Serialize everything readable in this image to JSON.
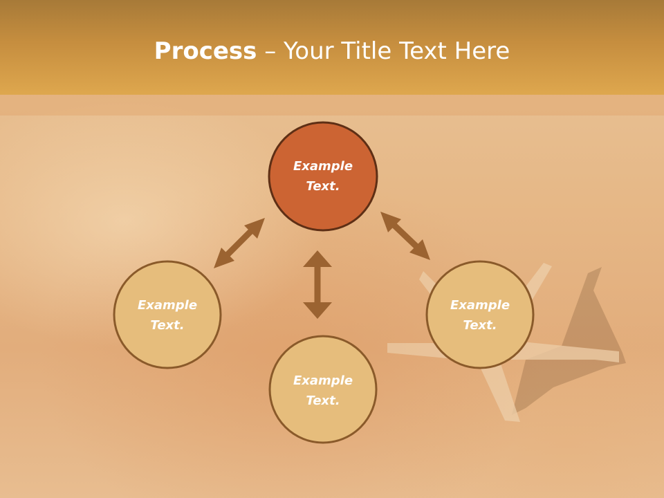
{
  "slide": {
    "title_bold": "Process",
    "title_separator": " – ",
    "title_rest": "Your Title Text Here"
  },
  "colors": {
    "accent_node": "#cc6433",
    "node": "#e6bd7c",
    "node_stroke": "#8a5a2a",
    "arrow": "#9b6331",
    "title_bar": "#dea74e"
  },
  "diagram": {
    "nodes": [
      {
        "id": "top",
        "line1": "Example",
        "line2": "Text.",
        "highlight": true
      },
      {
        "id": "left",
        "line1": "Example",
        "line2": "Text.",
        "highlight": false
      },
      {
        "id": "right",
        "line1": "Example",
        "line2": "Text.",
        "highlight": false
      },
      {
        "id": "bottom",
        "line1": "Example",
        "line2": "Text.",
        "highlight": false
      }
    ],
    "arrows": [
      {
        "from": "top",
        "to": "left",
        "bidirectional": true
      },
      {
        "from": "top",
        "to": "right",
        "bidirectional": true
      },
      {
        "from": "top",
        "to": "bottom",
        "bidirectional": true
      }
    ]
  }
}
